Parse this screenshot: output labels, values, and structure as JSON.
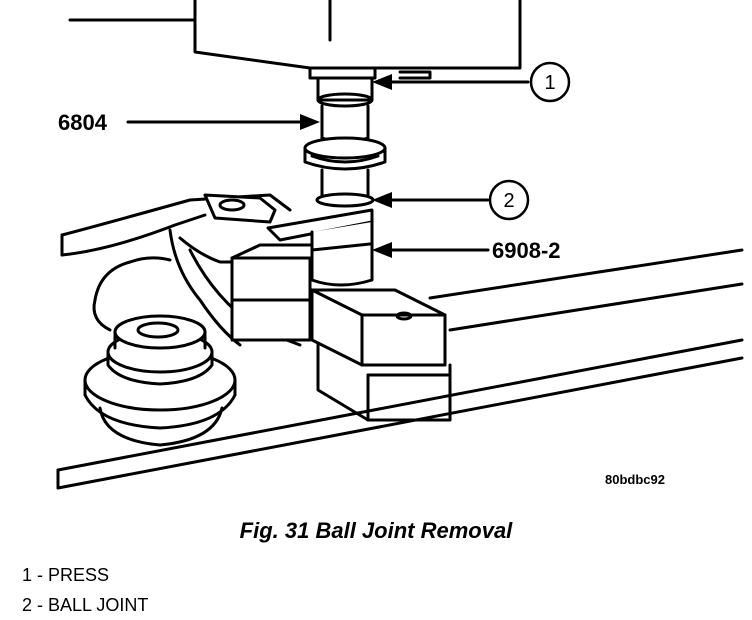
{
  "figure": {
    "callouts": [
      {
        "number": "1"
      },
      {
        "number": "2"
      }
    ],
    "part_numbers": {
      "press_tool": "6804",
      "receiver": "6908-2"
    },
    "figure_code": "80bdbc92"
  },
  "caption": "Fig. 31 Ball Joint Removal",
  "legend": [
    {
      "text": "1 - PRESS"
    },
    {
      "text": "2 - BALL JOINT"
    }
  ]
}
